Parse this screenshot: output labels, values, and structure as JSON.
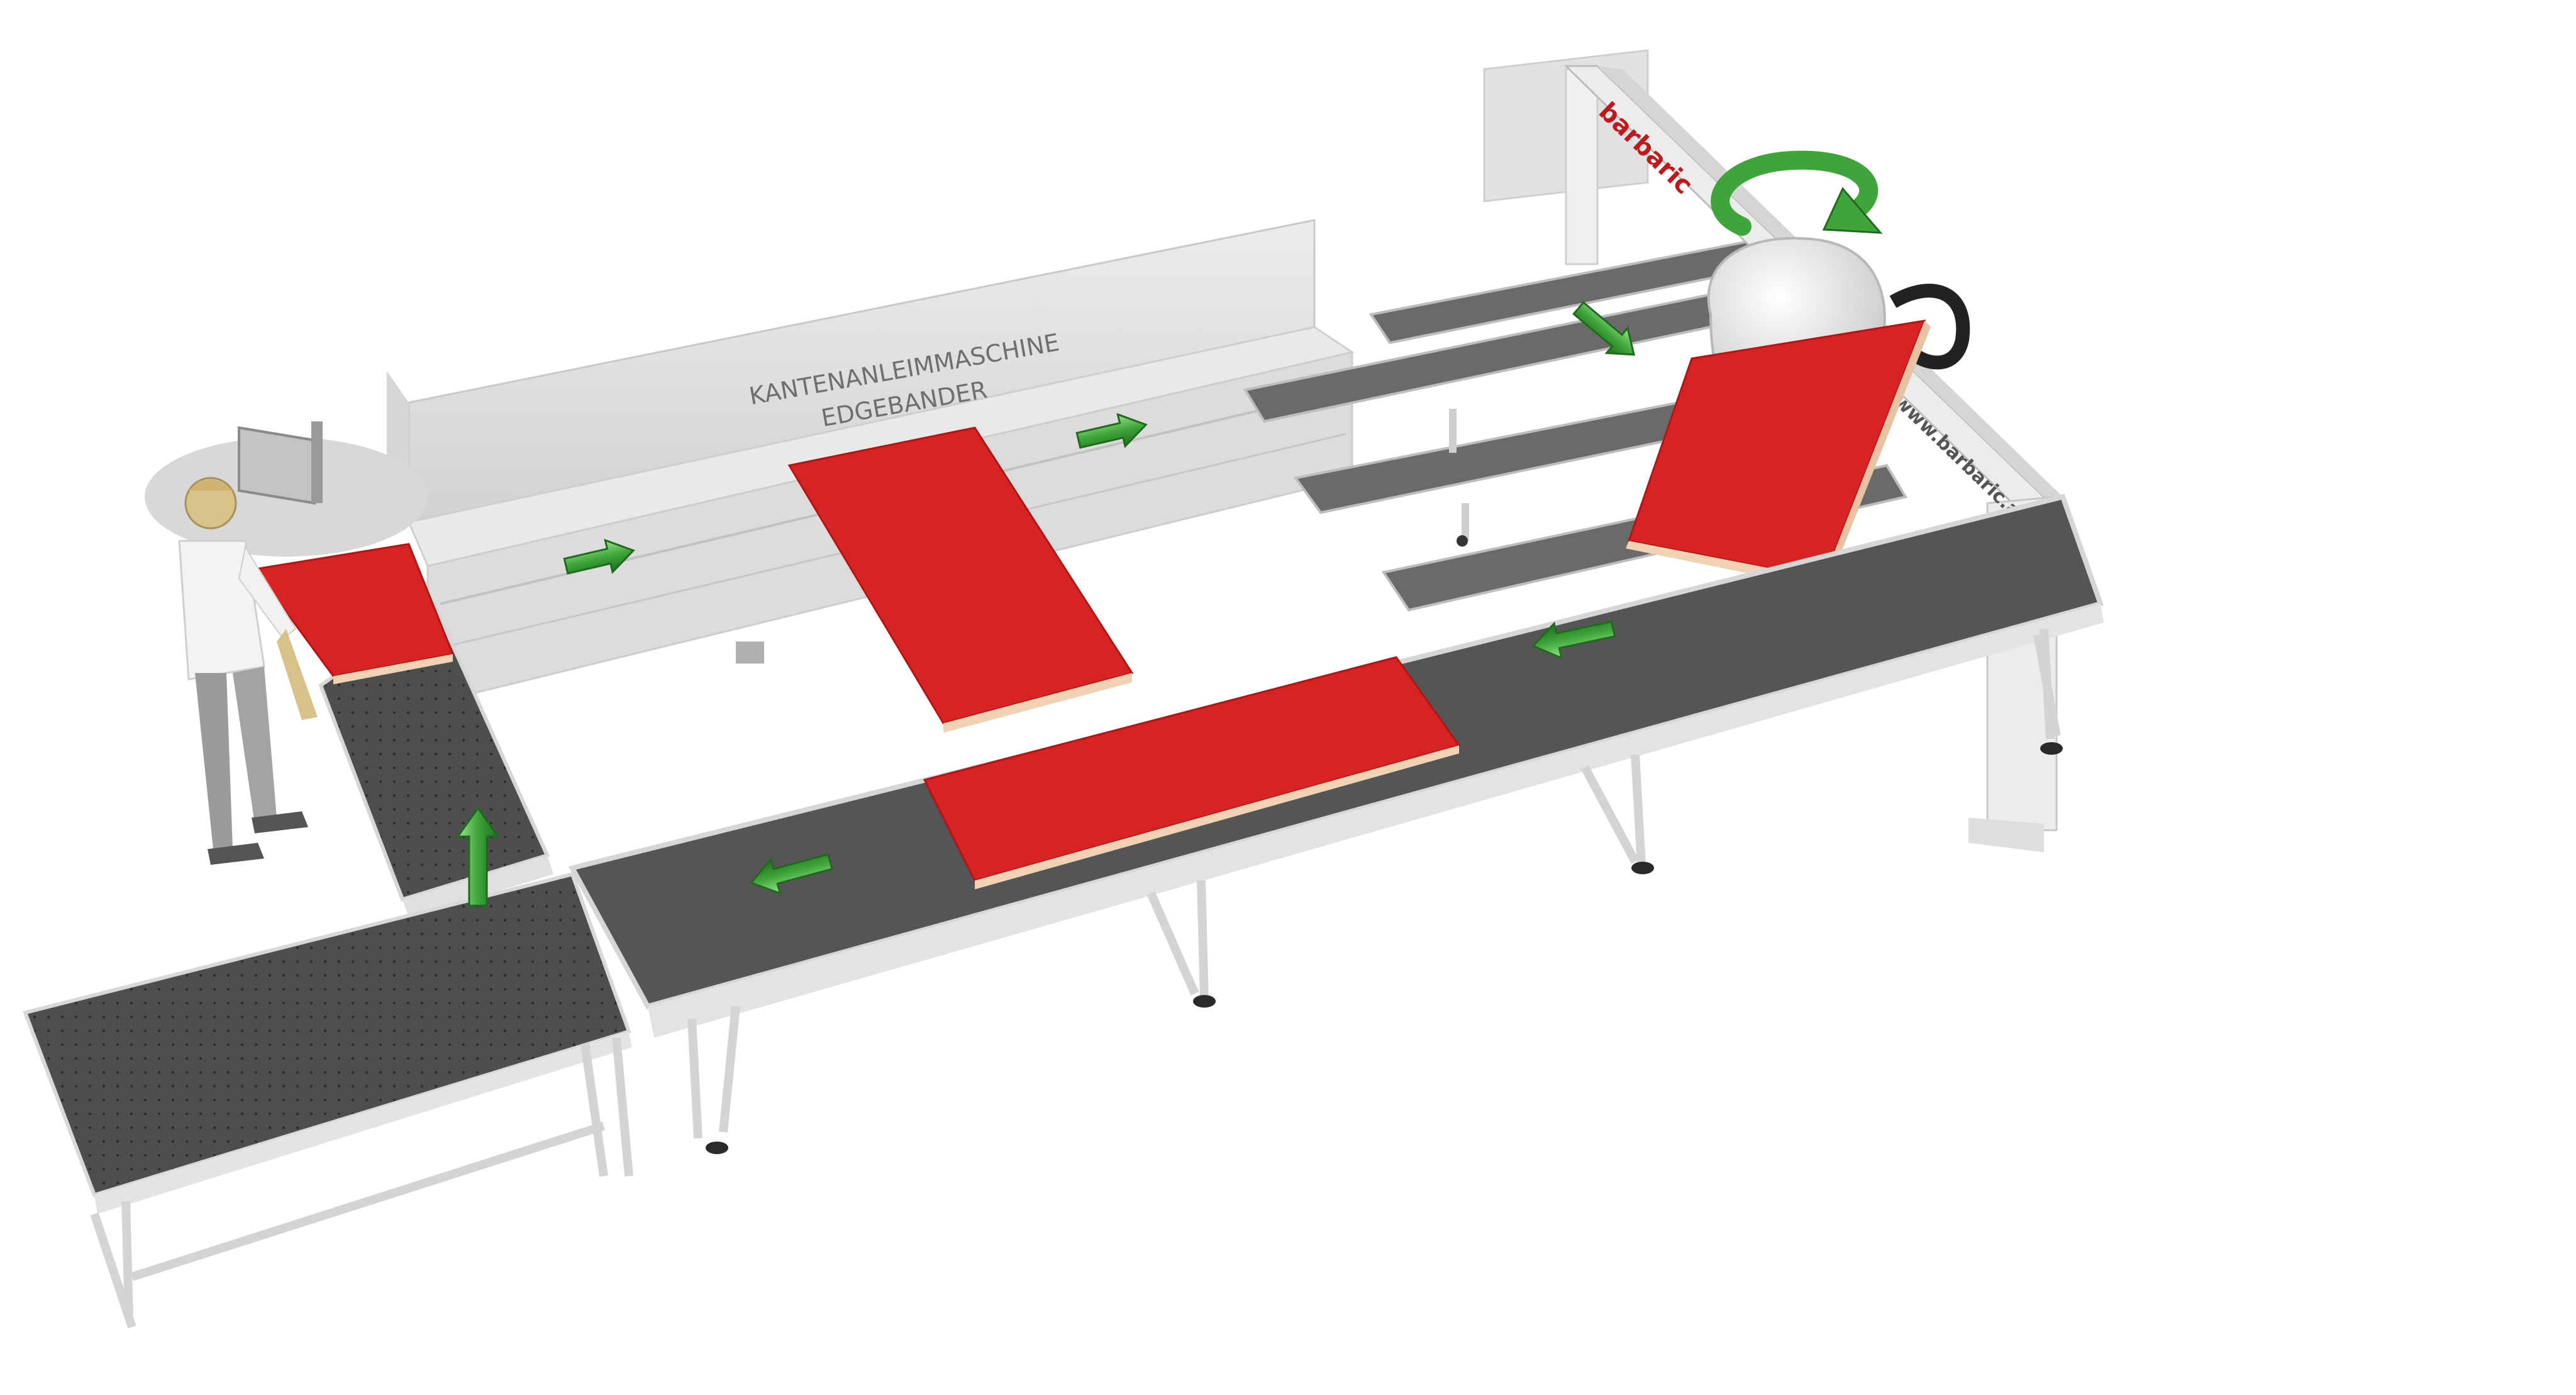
{
  "machine_label": {
    "line1": "KANTENANLEIMMASCHINE",
    "line2": "EDGEBANDER"
  },
  "gantry": {
    "brand": "barbaric",
    "website": "www.barbaric.at"
  },
  "colors": {
    "panel": "#d62424",
    "panel_edge": "#f0d2b4",
    "conveyor": "#555555",
    "frame": "#e6e6e6",
    "arrow": "#3fa53a"
  },
  "icons": [
    "rotation-arrow-icon",
    "flow-arrow-icon",
    "operator-figure",
    "monitor-icon"
  ]
}
